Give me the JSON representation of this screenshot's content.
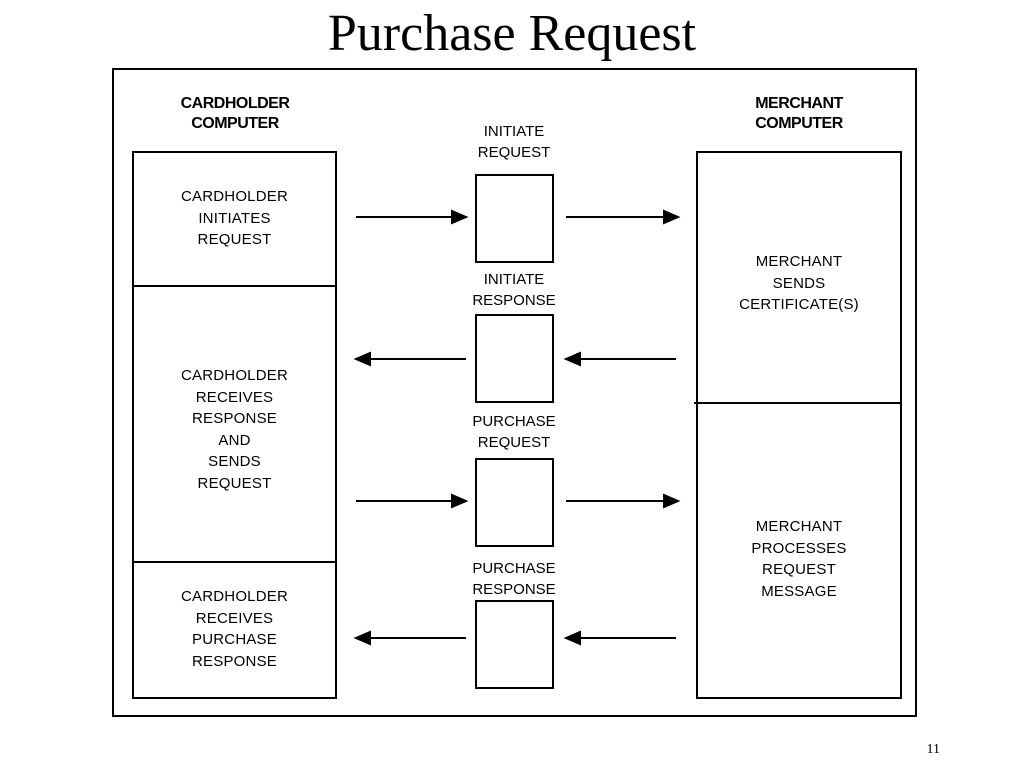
{
  "slide": {
    "title": "Purchase Request",
    "page_number": "11"
  },
  "cardholder": {
    "header": [
      "CARDHOLDER",
      "COMPUTER"
    ],
    "boxes": [
      [
        "CARDHOLDER",
        "INITIATES",
        "REQUEST"
      ],
      [
        "CARDHOLDER",
        "RECEIVES",
        "RESPONSE",
        "AND",
        "SENDS",
        "REQUEST"
      ],
      [
        "CARDHOLDER",
        "RECEIVES",
        "PURCHASE",
        "RESPONSE"
      ]
    ]
  },
  "merchant": {
    "header": [
      "MERCHANT",
      "COMPUTER"
    ],
    "boxes": [
      [
        "MERCHANT",
        "SENDS",
        "CERTIFICATE(S)"
      ],
      [
        "MERCHANT",
        "PROCESSES",
        "REQUEST",
        "MESSAGE"
      ]
    ]
  },
  "messages": [
    {
      "label": [
        "INITIATE",
        "REQUEST"
      ],
      "direction": "to-merchant"
    },
    {
      "label": [
        "INITIATE",
        "RESPONSE"
      ],
      "direction": "to-cardholder"
    },
    {
      "label": [
        "PURCHASE",
        "REQUEST"
      ],
      "direction": "to-merchant"
    },
    {
      "label": [
        "PURCHASE",
        "RESPONSE"
      ],
      "direction": "to-cardholder"
    }
  ]
}
